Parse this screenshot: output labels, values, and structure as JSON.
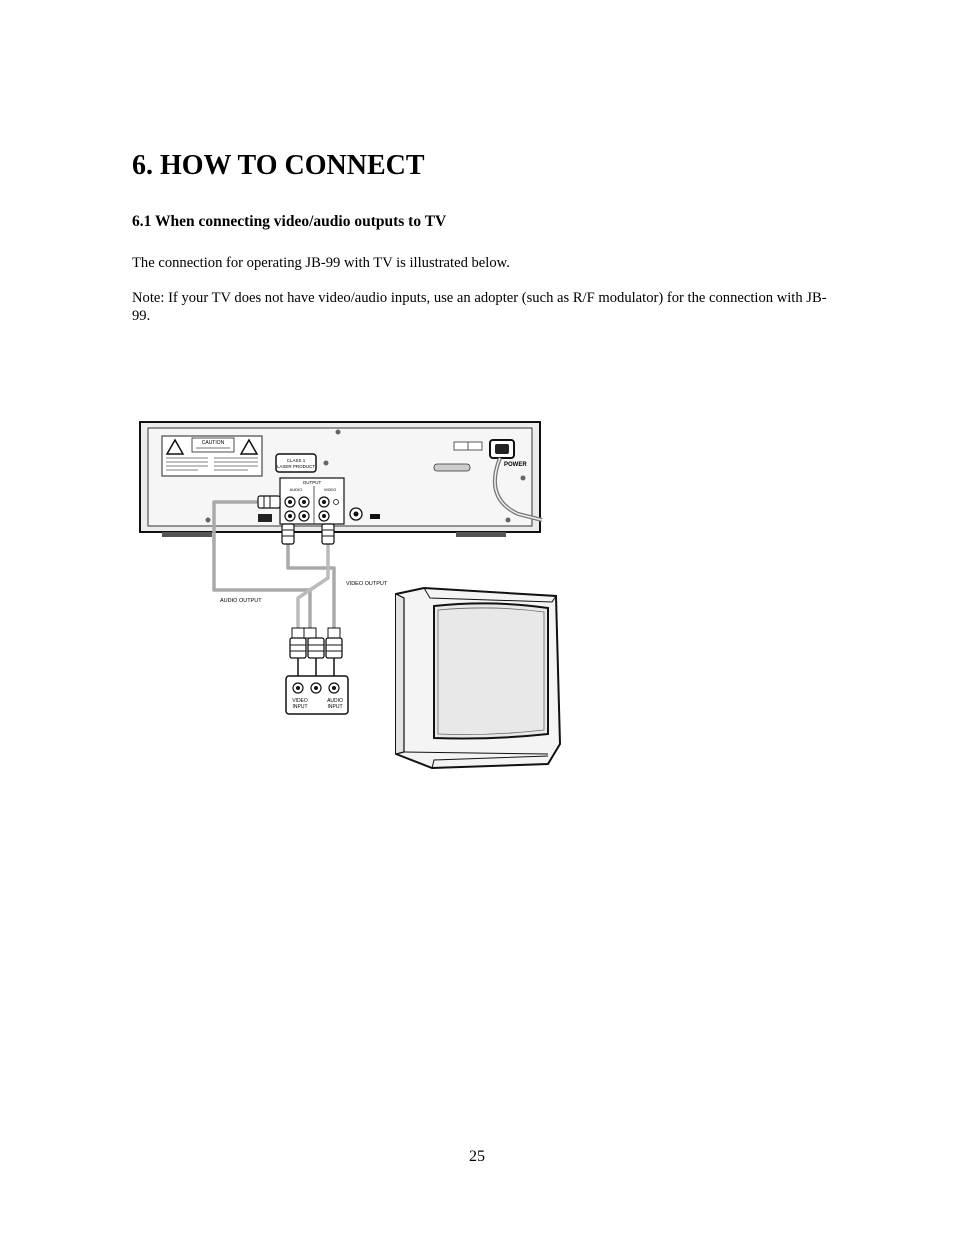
{
  "document": {
    "heading": "6. HOW TO CONNECT",
    "subheading": "6.1 When connecting video/audio outputs to TV",
    "paragraph1": "The connection for operating JB-99 with TV is illustrated below.",
    "paragraph2": "Note: If your TV does not have video/audio inputs, use an adopter (such as R/F modulator) for the connection with JB-99.",
    "page_number": "25"
  },
  "figure": {
    "caution_label": "CAUTION",
    "laser_label_line1": "CLASS 1",
    "laser_label_line2": "LASER PRODUCT",
    "output_label": "OUTPUT",
    "audio_label": "AUDIO",
    "video_label": "VIDEO",
    "power_label": "POWER",
    "audio_output_label": "AUDIO OUTPUT",
    "video_output_label": "VIDEO OUTPUT",
    "video_input_line1": "VIDEO",
    "video_input_line2": "INPUT",
    "audio_input_line1": "AUDIO",
    "audio_input_line2": "INPUT"
  }
}
